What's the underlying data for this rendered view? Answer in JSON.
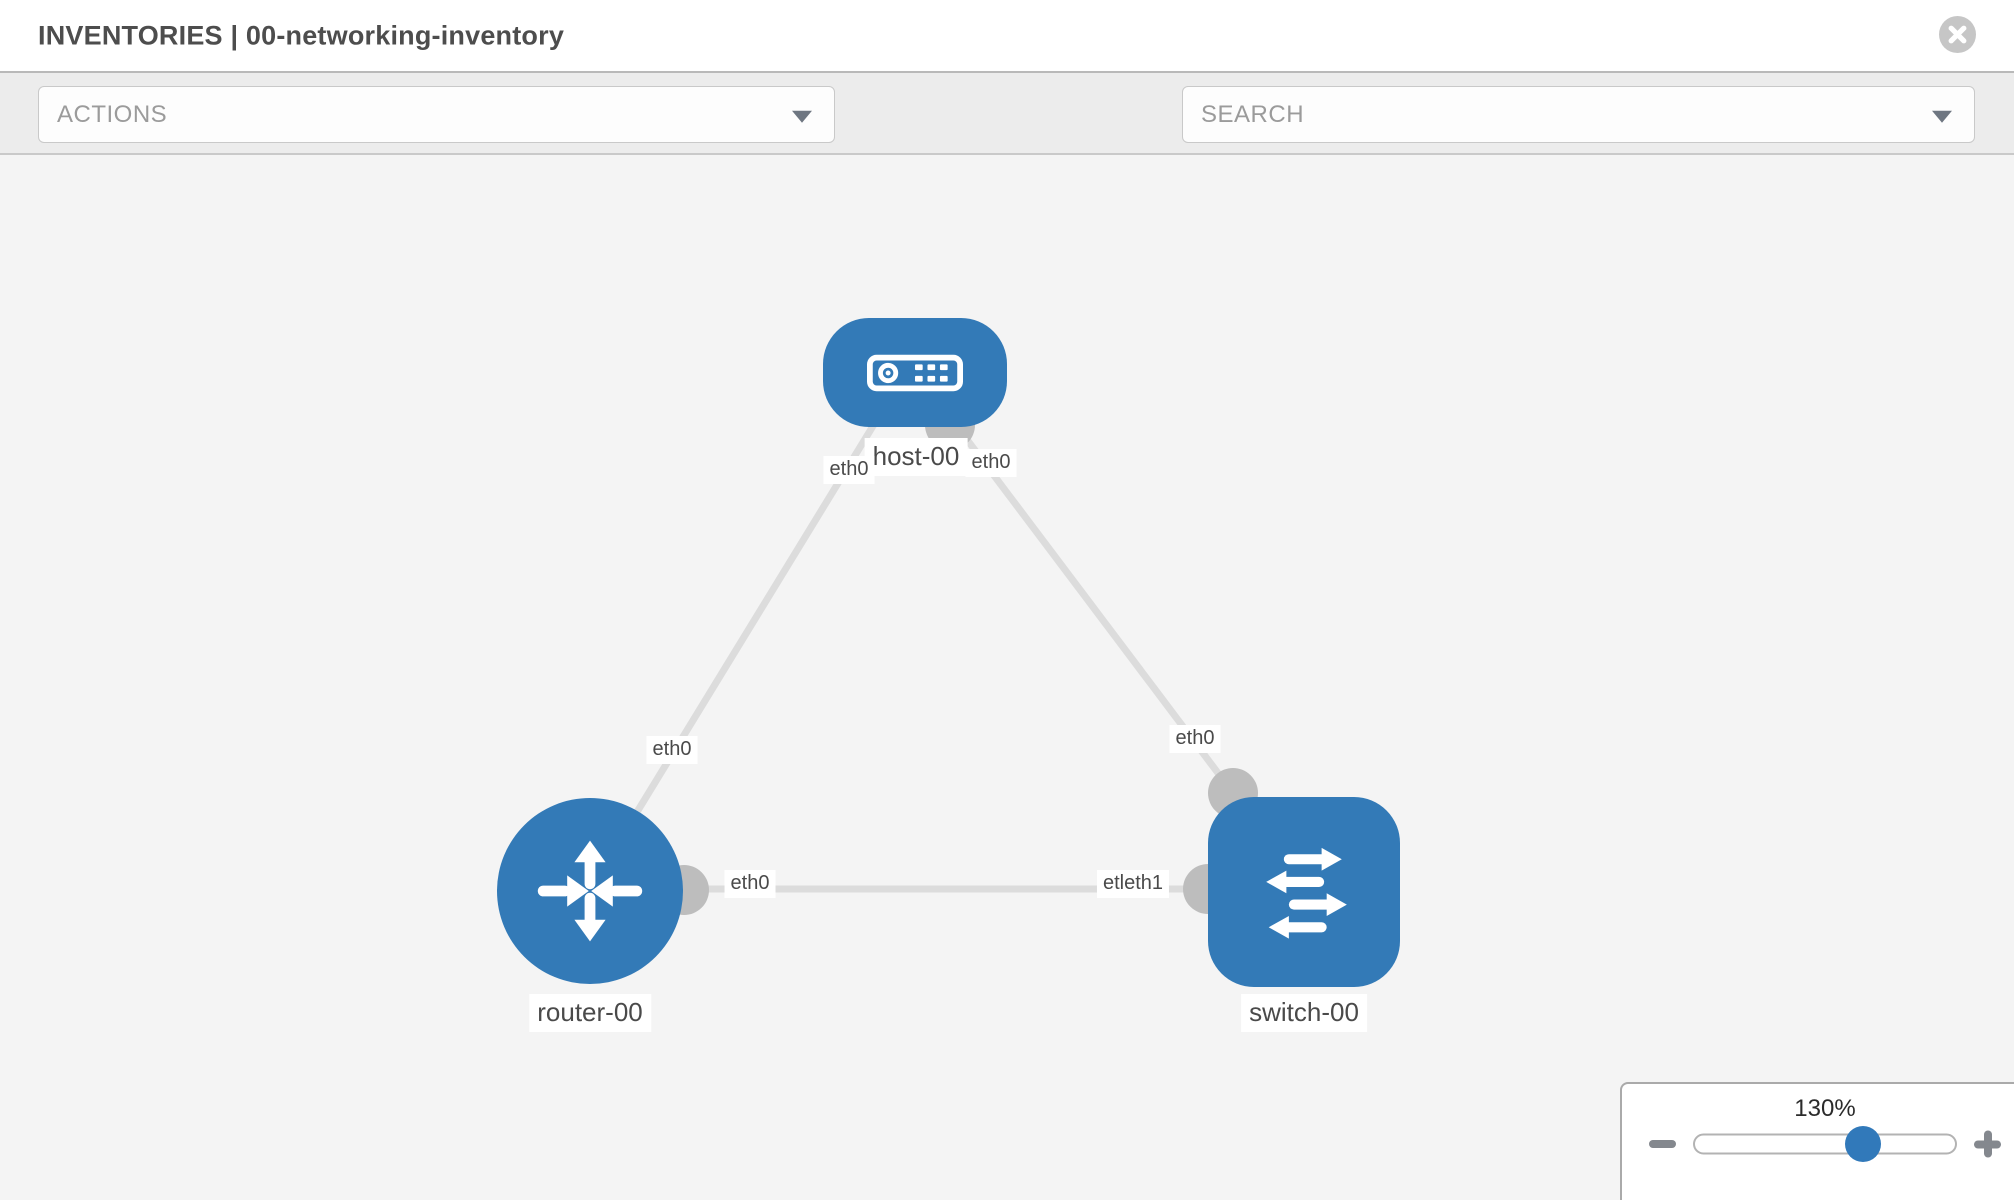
{
  "header": {
    "title": "INVENTORIES | 00-networking-inventory"
  },
  "toolbar": {
    "actions_label": "ACTIONS",
    "search_label": "SEARCH",
    "icons": [
      "wrench-icon",
      "key-icon"
    ]
  },
  "diagram": {
    "nodes": [
      {
        "label": "host-00",
        "type": "host",
        "icon": "host-icon"
      },
      {
        "label": "router-00",
        "type": "router",
        "icon": "router-icon"
      },
      {
        "label": "switch-00",
        "type": "switch",
        "icon": "switch-icon"
      }
    ],
    "links": [
      {
        "from": "host-00",
        "to": "router-00"
      },
      {
        "from": "host-00",
        "to": "switch-00"
      },
      {
        "from": "router-00",
        "to": "switch-00"
      }
    ],
    "interface_labels": [
      {
        "text": "eth0",
        "near": "host-left"
      },
      {
        "text": "eth0",
        "near": "host-right"
      },
      {
        "text": "eth0",
        "near": "router-uplink"
      },
      {
        "text": "eth0",
        "near": "switch-uplink"
      },
      {
        "text": "eth0",
        "near": "router-right"
      },
      {
        "text": "etleth1",
        "near": "switch-left"
      }
    ]
  },
  "zoom_control": {
    "level": "130%"
  },
  "colors": {
    "node_blue": "#337ab7",
    "link_gray": "#dcdcdc",
    "connector_gray": "#bdbdbd",
    "canvas_bg": "#f4f4f4",
    "toolbar_bg": "#ececec"
  }
}
